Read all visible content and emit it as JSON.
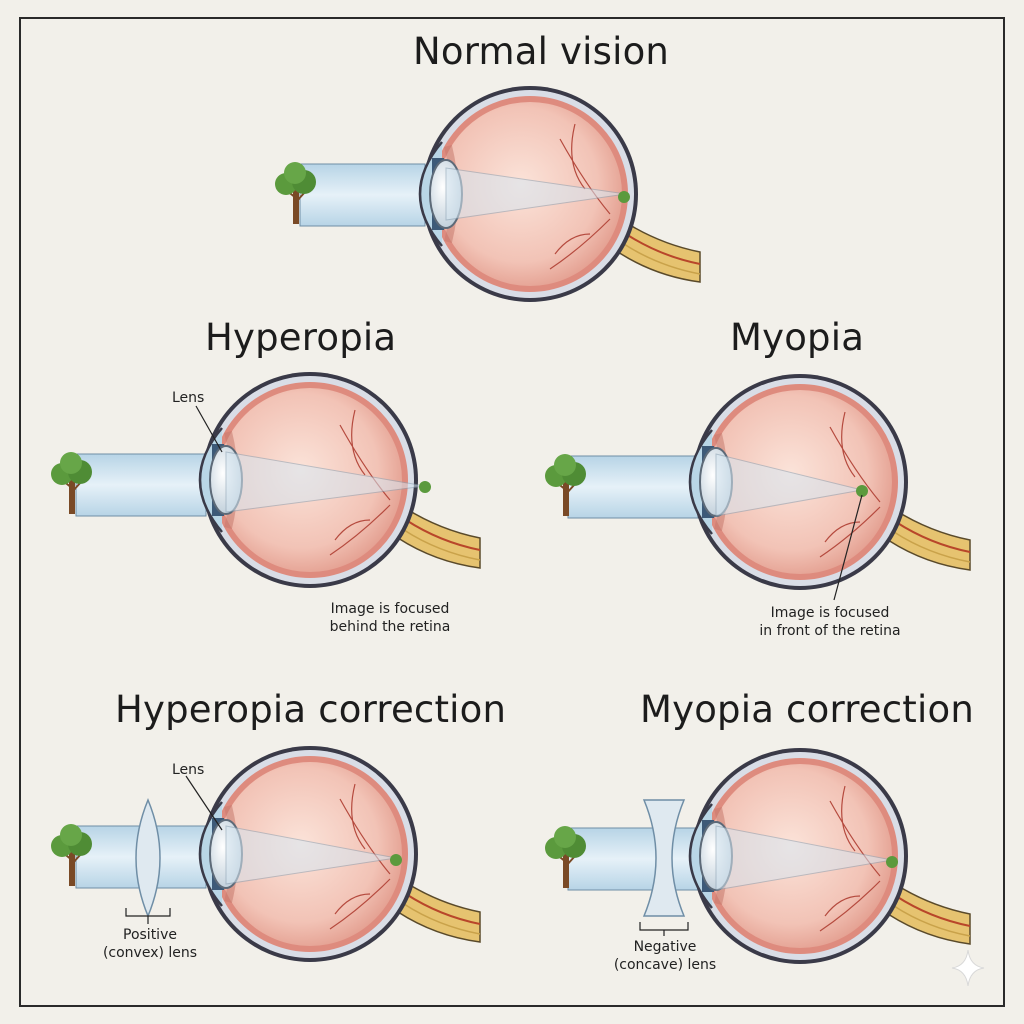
{
  "panels": {
    "normal": {
      "title": "Normal vision"
    },
    "hyperopia": {
      "title": "Hyperopia",
      "lens_label": "Lens",
      "note": [
        "Image is focused",
        "behind the retina"
      ]
    },
    "myopia": {
      "title": "Myopia",
      "note": [
        "Image is focused",
        "in front of the retina"
      ]
    },
    "hyperopia_correction": {
      "title": "Hyperopia correction",
      "lens_label": "Lens",
      "corrective_lens_label": [
        "Positive",
        "(convex) lens"
      ]
    },
    "myopia_correction": {
      "title": "Myopia correction",
      "corrective_lens_label": [
        "Negative",
        "(concave) lens"
      ]
    }
  },
  "colors": {
    "paper": "#f2f0ea",
    "sclera": "#3a3a48",
    "vitreous": "#f2c3b6",
    "retina": "#de8b7e",
    "optic_nerve": "#e6c370",
    "beam": "#c9e0ee",
    "tree_foliage": "#5b9a3d",
    "tree_trunk": "#7a4a26"
  }
}
